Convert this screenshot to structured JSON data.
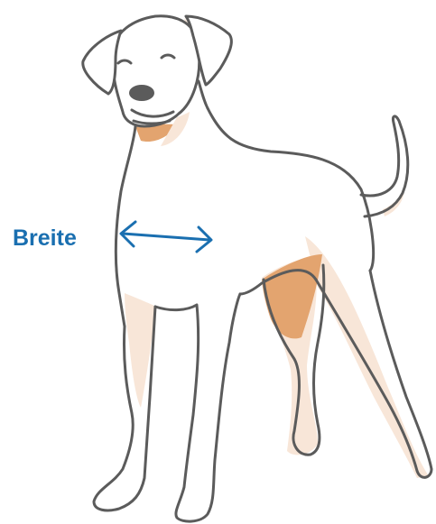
{
  "measurement": {
    "label": "Breite"
  },
  "colors": {
    "outline": "#5b5b5b",
    "body_fill": "#ffffff",
    "shadow_light": "#f8e6d8",
    "shadow_dark": "#e3a46f",
    "accent": "#1a6fb0"
  },
  "icons": {
    "subject": "dog-illustration",
    "measure": "double-headed-arrow"
  }
}
